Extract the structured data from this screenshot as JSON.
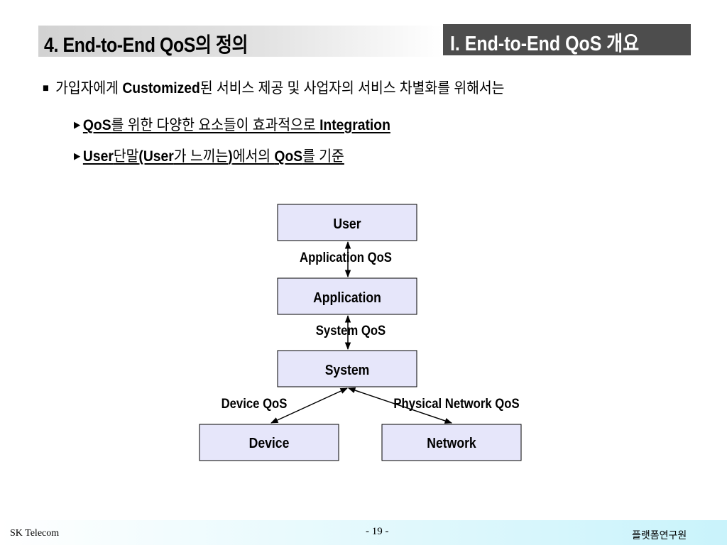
{
  "header": {
    "title_prefix": "4. End-to-End QoS",
    "title_suffix": "의 정의",
    "section_prefix": "I.  End-to-End QoS",
    "section_suffix": " 개요"
  },
  "bullet": {
    "part1": "가입자에게 ",
    "part2": "Customized",
    "part3": "된 서비스 제공 및 사업자의 서비스 차별화를 위해서는"
  },
  "subitems": [
    {
      "a": "QoS",
      "b": "를 위한 다양한 요소들이 효과적으로 ",
      "c": "Integration"
    },
    {
      "a": "User",
      "b": "단말",
      "c": "(User",
      "d": "가 느끼는",
      "e": ")",
      "f": "에서의 ",
      "g": "QoS",
      "h": "를 기준"
    }
  ],
  "diagram": {
    "nodes": {
      "user": "User",
      "application": "Application",
      "system": "System",
      "device": "Device",
      "network": "Network"
    },
    "links": {
      "app_qos": "Application QoS",
      "sys_qos": "System QoS",
      "dev_qos": "Device QoS",
      "net_qos": "Physical Network QoS"
    },
    "box_fill": "#e6e6fa"
  },
  "footer": {
    "company": "SK Telecom",
    "page": "- 19 -",
    "dept": "플랫폼연구원"
  }
}
